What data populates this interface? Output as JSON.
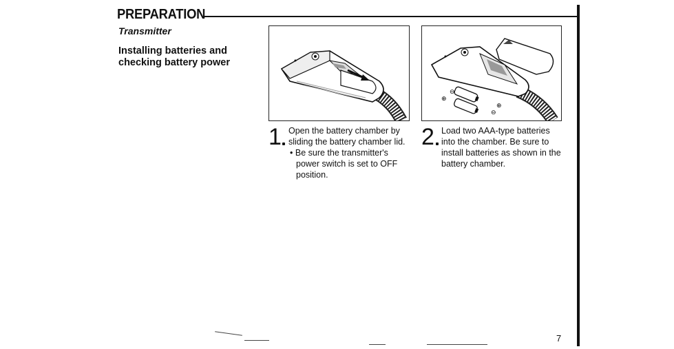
{
  "header": {
    "title": "PREPARATION",
    "subtitle": "Transmitter"
  },
  "side_heading": "Installing batteries and checking battery power",
  "steps": [
    {
      "number": "1",
      "text": "Open the battery chamber by sliding the battery chamber lid.",
      "note": "Be sure the transmitter's power switch is set to OFF position."
    },
    {
      "number": "2",
      "text": "Load two AAA-type batteries into the chamber. Be sure to install batteries as shown in the battery chamber."
    }
  ],
  "figure2": {
    "polarity_plus": "⊕",
    "polarity_minus": "⊖"
  },
  "page_number": "7"
}
